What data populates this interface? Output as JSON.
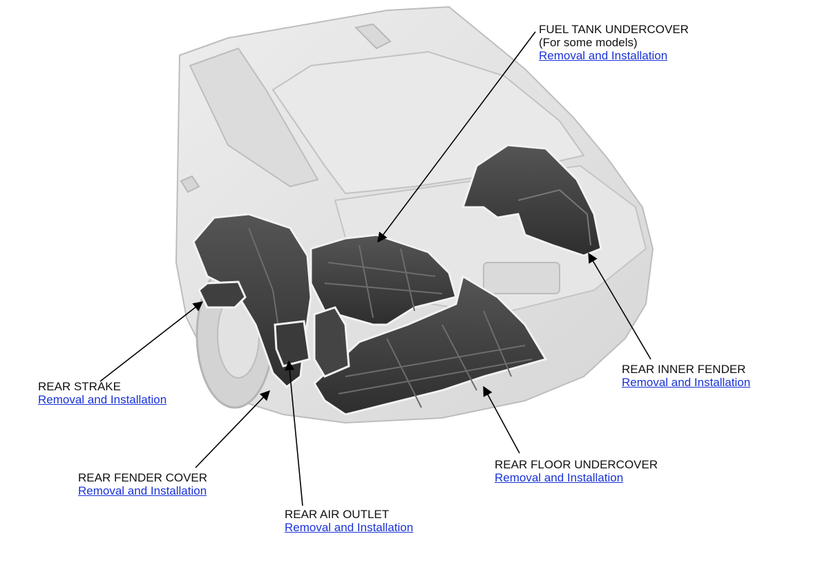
{
  "colors": {
    "link": "#1a33d6",
    "text": "#111111",
    "body_light": "#e4e4e4",
    "body_mid": "#cfcfcf",
    "part_dark": "#3c3c3c"
  },
  "callouts": {
    "fuel_tank_undercover": {
      "title": "FUEL TANK UNDERCOVER",
      "note": "(For some models)",
      "link": "Removal and Installation"
    },
    "rear_inner_fender": {
      "title": "REAR INNER FENDER",
      "link": "Removal and Installation"
    },
    "rear_strake": {
      "title": "REAR STRAKE",
      "link": "Removal and Installation"
    },
    "rear_floor_undercover": {
      "title": "REAR FLOOR UNDERCOVER",
      "link": "Removal and Installation"
    },
    "rear_fender_cover": {
      "title": "REAR FENDER COVER",
      "link": "Removal and Installation"
    },
    "rear_air_outlet": {
      "title": "REAR AIR OUTLET",
      "link": "Removal and Installation"
    }
  }
}
